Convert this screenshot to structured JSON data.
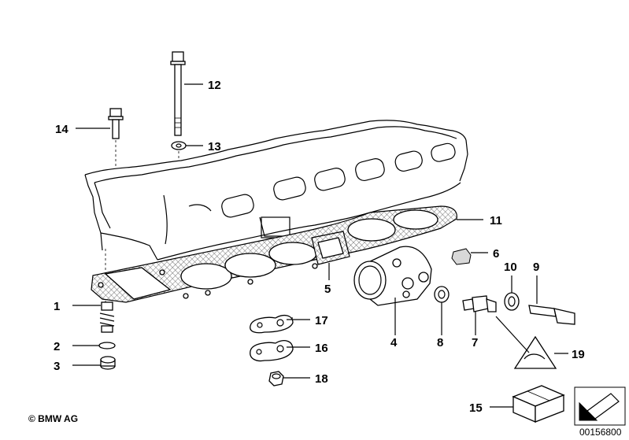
{
  "diagram": {
    "callouts": [
      "1",
      "2",
      "3",
      "4",
      "5",
      "6",
      "7",
      "8",
      "9",
      "10",
      "11",
      "12",
      "13",
      "14",
      "15",
      "16",
      "17",
      "18",
      "19"
    ],
    "copyright": "© BMW AG",
    "reference_code": "00156800"
  }
}
